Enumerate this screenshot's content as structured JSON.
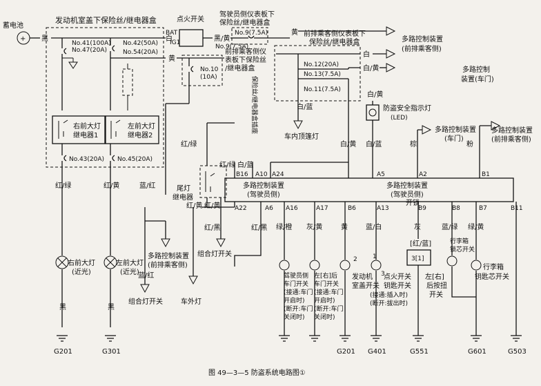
{
  "battery": {
    "label": "蓄电池"
  },
  "ignition": {
    "label": "点火开关",
    "terminal_bat": "BAT",
    "terminal_ig1": "IG1"
  },
  "fuse_boxes": {
    "engine_room": "发动机室盖下保险丝/继电器盒",
    "driver_dash": [
      "驾驶员侧仪表板下",
      "保险丝/继电器盒"
    ],
    "front_passenger_dash_top": [
      "前排乘客侧仪表板下",
      "保险丝/继电器盒"
    ],
    "front_passenger_dash_left": [
      "前排乘客侧仪",
      "表板下保险丝",
      "/继电器盒"
    ],
    "vertical_note": "保险丝/继电器盒插座"
  },
  "fuses": {
    "no41": "No.41(100A)",
    "no47": "No.47(20A)",
    "no42": "No.42(50A)",
    "no54": "No.54(20A)",
    "no9": "No.9(7.5A)",
    "no10": [
      "No.10",
      "(10A)"
    ],
    "no12": "No.12(20A)",
    "no13": "No.13(7.5A)",
    "no11": "No.11(7.5A)",
    "no43": "No.43(20A)",
    "no45": "No.45(20A)"
  },
  "relays": {
    "right_headlight": [
      "右前大灯",
      "继电器1"
    ],
    "left_headlight": [
      "左前大灯",
      "继电器2"
    ],
    "tail_light": [
      "尾灯",
      "继电器"
    ]
  },
  "wire_colors": {
    "black": "黑",
    "white": "白",
    "yellow": "黄",
    "black_yellow": "黑/黄",
    "white_yellow": "白/黄",
    "white_blue": "白/蓝",
    "red_green": "红/绿",
    "red_yellow": "红/黄",
    "blue_red": "蓝/红",
    "red_black": "红/黑",
    "blue_white": "蓝/白",
    "brown": "棕",
    "pink": "粉",
    "green_orange": "绿/橙",
    "gray_yellow": "灰/黄",
    "gray": "灰",
    "blue_green": "蓝/绿",
    "green_yellow": "绿/黄"
  },
  "control_units": {
    "front_passenger": [
      "多路控制装置",
      "(前排乘客侧)"
    ],
    "door": [
      "多路控制",
      "装置(车门)"
    ],
    "door_short": [
      "多路控制装置",
      "(车门)"
    ],
    "driver_main": [
      "多路控制装置",
      "(驾驶员侧)",
      "开锁"
    ],
    "driver_left": [
      "多路控制装置",
      "(驾驶员侧)"
    ]
  },
  "connector_pins": {
    "b16": "B16",
    "a10": "A10",
    "a24": "A24",
    "a5": "A5",
    "a2": "A2",
    "b1": "B1",
    "a22": "A22",
    "a6": "A6",
    "a16": "A16",
    "a17": "A17",
    "b6": "B6",
    "a13": "A13",
    "b9": "B9",
    "b8": "B8",
    "b7": "B7",
    "b11": "B11"
  },
  "components": {
    "interior_roof_light": "车内顶篷灯",
    "indicator": [
      "防盗安全指示灯",
      "(LED)"
    ],
    "right_headlight": [
      "右前大灯",
      "(近光)"
    ],
    "left_headlight": [
      "左前大灯",
      "(近光)"
    ],
    "combo_switch_a": "组合灯开关",
    "combo_switch_b": "组合灯开关",
    "exterior_light": "车外灯",
    "driver_door_switch": [
      "驾驶员侧",
      "车门开关",
      "(接通:车门",
      "开启时)",
      "(断开:车门",
      "关闭时)"
    ],
    "left_rear_door_switch": [
      "左[右]后",
      "车门开关",
      "(接通:车门",
      "开启时)",
      "(断开:车门",
      "关闭时)"
    ],
    "hood_switch": [
      "发动机",
      "室盖开关"
    ],
    "key_switch": [
      "点火开关",
      "钥匙开关",
      "(接通:插入时)",
      "(断开:拔出时)"
    ],
    "rear_door_latch_switch": [
      "左[右]",
      "后按扭",
      "开关"
    ],
    "trunk_latch_switch": [
      "行李箱",
      "锁芯开关"
    ],
    "trunk_key_switch": [
      "行李箱",
      "钥匙芯开关"
    ],
    "bracket_label": "[红/蓝]",
    "pin_3_1": "3[1]",
    "pin_2": "2",
    "pin_3": "3",
    "pin_1": "1"
  },
  "grounds": [
    "G201",
    "G301",
    "G201",
    "G401",
    "G551",
    "G601",
    "G503"
  ],
  "caption": "图 49—3—5   防盗系统电路图①"
}
